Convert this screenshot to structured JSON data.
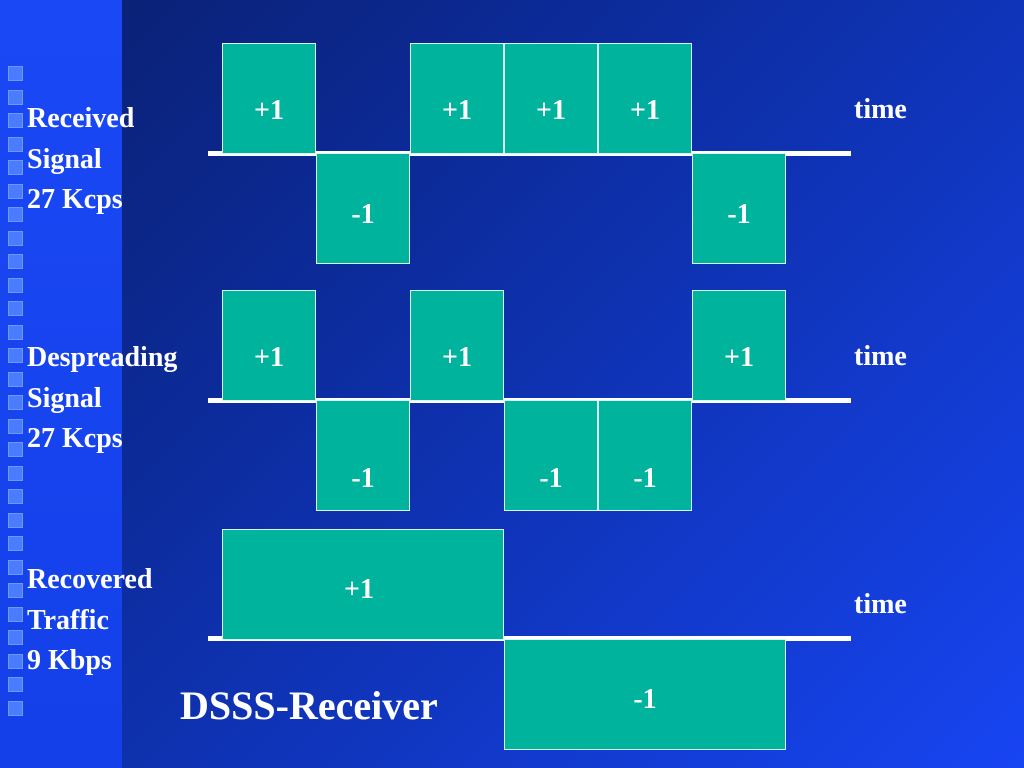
{
  "title": "DSSS-Receiver",
  "colors": {
    "chip_fill": "#00b39c",
    "chip_border": "#d8f5f0",
    "text": "#ffffff",
    "axis": "#ffffff"
  },
  "time_label": "time",
  "rows": [
    {
      "id": "received",
      "label_lines": [
        "Received",
        "Signal",
        "27 Kcps"
      ],
      "chips": [
        "+1",
        "-1",
        "+1",
        "+1",
        "+1",
        "-1"
      ]
    },
    {
      "id": "despreading",
      "label_lines": [
        "Despreading",
        "Signal",
        "27 Kcps"
      ],
      "chips": [
        "+1",
        "-1",
        "+1",
        "-1",
        "-1",
        "+1"
      ]
    },
    {
      "id": "recovered",
      "label_lines": [
        "Recovered",
        "Traffic",
        "9 Kbps"
      ],
      "chips": [
        "+1",
        "-1"
      ]
    }
  ]
}
